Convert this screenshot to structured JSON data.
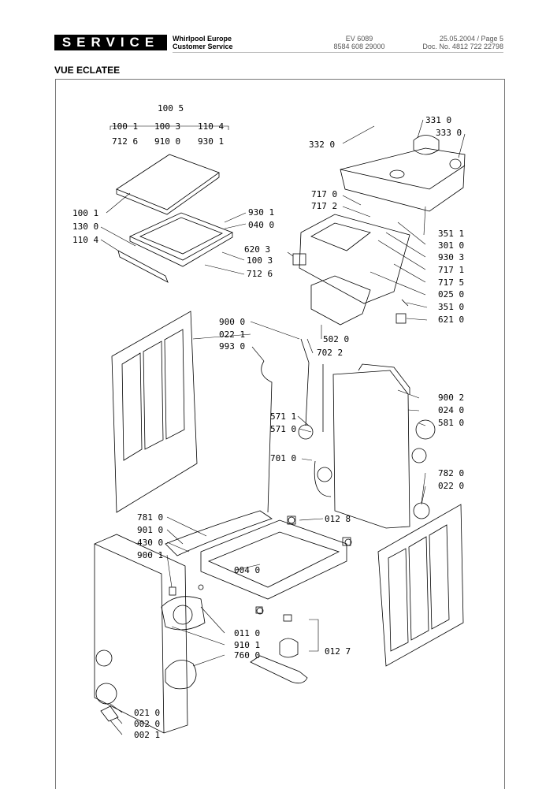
{
  "header": {
    "badge": "SERVICE",
    "company_line1": "Whirlpool Europe",
    "company_line2": "Customer Service",
    "model_line1": "EV 6089",
    "model_line2": "8584 608 29000",
    "doc_line1": "25.05.2004 / Page 5",
    "doc_line2": "Doc. No. 4812 722 22798"
  },
  "section_title": "VUE ECLATEE",
  "part_labels": {
    "p1005": "100 5",
    "p1001a": "100 1",
    "p1003a": "100 3",
    "p1104a": "110 4",
    "p7126a": "712 6",
    "p9100": "910 0",
    "p9301a": "930 1",
    "p1001": "100 1",
    "p1300": "130 0",
    "p1104": "110 4",
    "p9301": "930 1",
    "p0400": "040 0",
    "p6203": "620 3",
    "p1003": "100 3",
    "p7126": "712 6",
    "p3310": "331 0",
    "p3330": "333 0",
    "p3320": "332 0",
    "p7170": "717 0",
    "p7172": "717 2",
    "p3511": "351 1",
    "p3010": "301 0",
    "p9303": "930 3",
    "p7171": "717 1",
    "p7175": "717 5",
    "p0250": "025 0",
    "p3510": "351 0",
    "p6210": "621 0",
    "p5020": "502 0",
    "p7022": "702 2",
    "p9000": "900 0",
    "p0221": "022 1",
    "p9930": "993 0",
    "p5711": "571 1",
    "p5710": "571 0",
    "p7010": "701 0",
    "p9002": "900 2",
    "p0240": "024 0",
    "p5810": "581 0",
    "p7820": "782 0",
    "p0220": "022 0",
    "p7810": "781 0",
    "p9010": "901 0",
    "p4300": "430 0",
    "p9001": "900 1",
    "p0128": "012 8",
    "p0040": "004 0",
    "p0110": "011 0",
    "p9101": "910 1",
    "p7600": "760 0",
    "p0127": "012 7",
    "p0210": "021 0",
    "p0020": "002 0",
    "p0021": "002 1"
  }
}
